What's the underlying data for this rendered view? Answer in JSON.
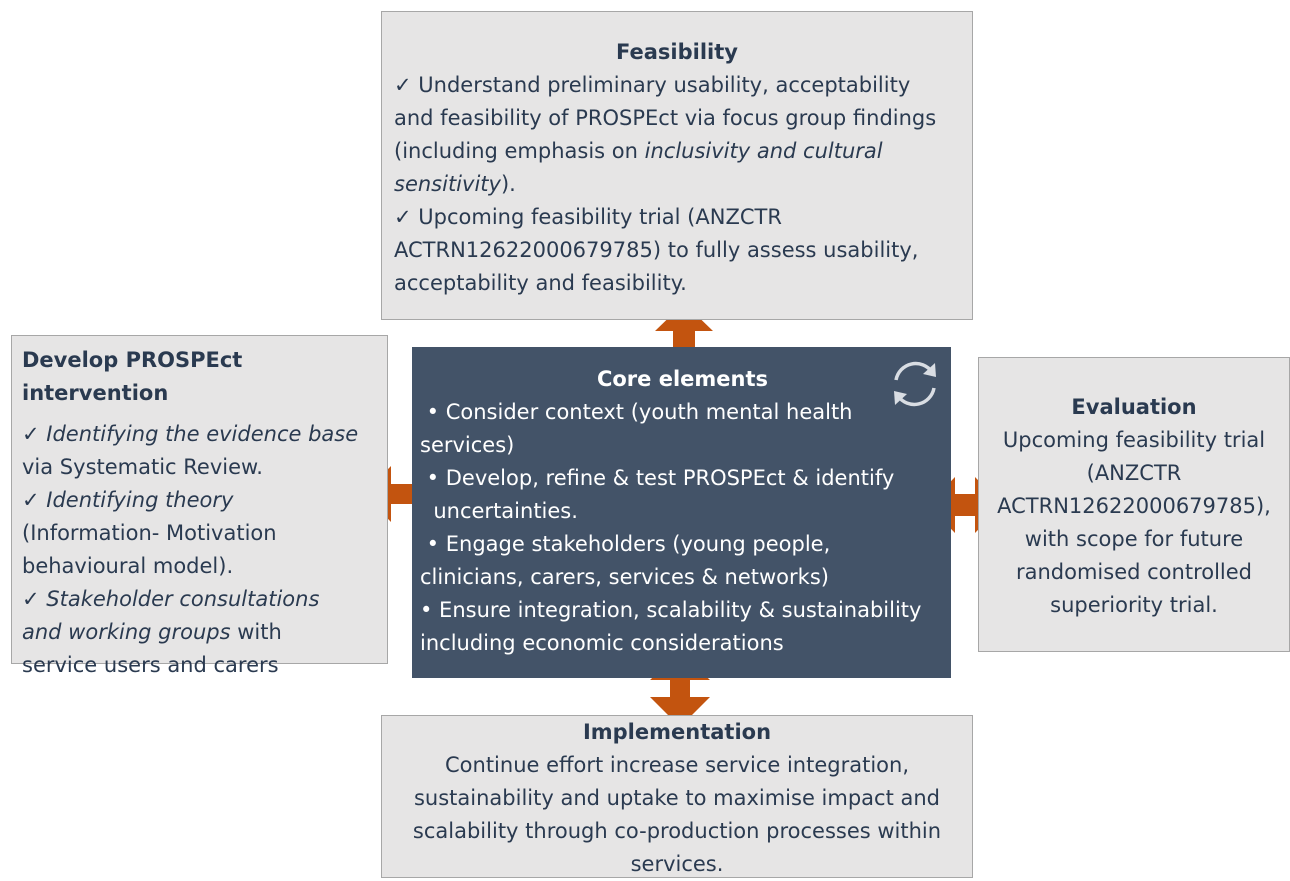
{
  "colors": {
    "box_fill": "#e6e5e5",
    "core_fill": "#435368",
    "arrow": "#c3540f",
    "text": "#2a3a50"
  },
  "feasibility": {
    "title": "Feasibility",
    "lines": [
      "✓ Understand preliminary usability, acceptability",
      "and feasibility of PROSPEct via focus group findings",
      "(including emphasis on ",
      "inclusivity and cultural",
      "sensitivity",
      ").",
      "✓ Upcoming feasibility trial (ANZCTR",
      "ACTRN12622000679785) to fully assess usability,",
      "acceptability and feasibility."
    ]
  },
  "develop": {
    "title": "Develop PROSPEct intervention",
    "lines": [
      "✓ ",
      "Identifying the evidence base",
      "via Systematic Review.",
      "✓ ",
      "Identifying theory",
      "(Information- Motivation",
      "behavioural model).",
      "✓ ",
      "Stakeholder consultations",
      "and working groups",
      " with",
      "service users and carers"
    ]
  },
  "core": {
    "title": "Core elements",
    "icon": "cycle-icon",
    "lines": [
      " • Consider context (youth mental health",
      "services)",
      " • Develop, refine & test PROSPEct & identify",
      "  uncertainties.",
      " • Engage stakeholders (young people,",
      "clinicians, carers, services & networks)",
      "• Ensure integration, scalability & sustainability",
      "including economic considerations"
    ]
  },
  "evaluation": {
    "title": "Evaluation",
    "lines": [
      "Upcoming feasibility trial",
      "(ANZCTR",
      "ACTRN12622000679785),",
      "with scope for future",
      "randomised controlled",
      "superiority trial."
    ]
  },
  "implementation": {
    "title": "Implementation",
    "lines": [
      "Continue effort increase service integration,",
      "sustainability and uptake to maximise impact and",
      "scalability through co-production processes within",
      "services."
    ]
  }
}
